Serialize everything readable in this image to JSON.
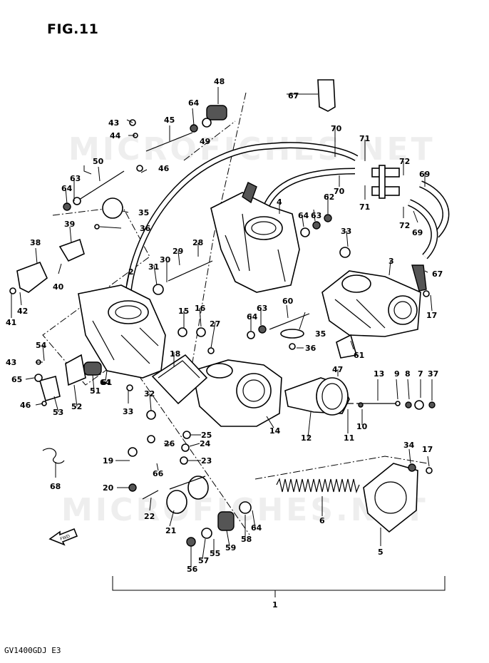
{
  "figure": {
    "title": "FIG.11",
    "model": "GV1400GDJ  E3",
    "watermark": "MICROFICHES.NET"
  },
  "callouts": [
    {
      "id": "c1",
      "text": "1"
    },
    {
      "id": "c2",
      "text": "2"
    },
    {
      "id": "c3",
      "text": "3"
    },
    {
      "id": "c4",
      "text": "4"
    },
    {
      "id": "c5",
      "text": "5"
    },
    {
      "id": "c6",
      "text": "6"
    },
    {
      "id": "c7",
      "text": "7"
    },
    {
      "id": "c8",
      "text": "8"
    },
    {
      "id": "c9",
      "text": "9"
    },
    {
      "id": "c10",
      "text": "10"
    },
    {
      "id": "c11",
      "text": "11"
    },
    {
      "id": "c12",
      "text": "12"
    },
    {
      "id": "c13",
      "text": "13"
    },
    {
      "id": "c14",
      "text": "14"
    },
    {
      "id": "c15",
      "text": "15"
    },
    {
      "id": "c16",
      "text": "16"
    },
    {
      "id": "c17a",
      "text": "17"
    },
    {
      "id": "c17b",
      "text": "17"
    },
    {
      "id": "c18",
      "text": "18"
    },
    {
      "id": "c19",
      "text": "19"
    },
    {
      "id": "c20",
      "text": "20"
    },
    {
      "id": "c21",
      "text": "21"
    },
    {
      "id": "c22",
      "text": "22"
    },
    {
      "id": "c23",
      "text": "23"
    },
    {
      "id": "c24",
      "text": "24"
    },
    {
      "id": "c25",
      "text": "25"
    },
    {
      "id": "c26",
      "text": "26"
    },
    {
      "id": "c27",
      "text": "27"
    },
    {
      "id": "c28",
      "text": "28"
    },
    {
      "id": "c29",
      "text": "29"
    },
    {
      "id": "c30",
      "text": "30"
    },
    {
      "id": "c31",
      "text": "31"
    },
    {
      "id": "c32",
      "text": "32"
    },
    {
      "id": "c33a",
      "text": "33"
    },
    {
      "id": "c33b",
      "text": "33"
    },
    {
      "id": "c34",
      "text": "34"
    },
    {
      "id": "c35a",
      "text": "35"
    },
    {
      "id": "c35b",
      "text": "35"
    },
    {
      "id": "c36a",
      "text": "36"
    },
    {
      "id": "c36b",
      "text": "36"
    },
    {
      "id": "c37",
      "text": "37"
    },
    {
      "id": "c38",
      "text": "38"
    },
    {
      "id": "c39",
      "text": "39"
    },
    {
      "id": "c40",
      "text": "40"
    },
    {
      "id": "c41",
      "text": "41"
    },
    {
      "id": "c42",
      "text": "42"
    },
    {
      "id": "c43a",
      "text": "43"
    },
    {
      "id": "c43b",
      "text": "43"
    },
    {
      "id": "c44",
      "text": "44"
    },
    {
      "id": "c45",
      "text": "45"
    },
    {
      "id": "c46a",
      "text": "46"
    },
    {
      "id": "c46b",
      "text": "46"
    },
    {
      "id": "c47",
      "text": "47"
    },
    {
      "id": "c48",
      "text": "48"
    },
    {
      "id": "c49",
      "text": "49"
    },
    {
      "id": "c50",
      "text": "50"
    },
    {
      "id": "c51",
      "text": "51"
    },
    {
      "id": "c52",
      "text": "52"
    },
    {
      "id": "c53",
      "text": "53"
    },
    {
      "id": "c54",
      "text": "54"
    },
    {
      "id": "c55",
      "text": "55"
    },
    {
      "id": "c56",
      "text": "56"
    },
    {
      "id": "c57",
      "text": "57"
    },
    {
      "id": "c58",
      "text": "58"
    },
    {
      "id": "c59",
      "text": "59"
    },
    {
      "id": "c60",
      "text": "60"
    },
    {
      "id": "c61a",
      "text": "61"
    },
    {
      "id": "c61b",
      "text": "61"
    },
    {
      "id": "c62",
      "text": "62"
    },
    {
      "id": "c63a",
      "text": "63"
    },
    {
      "id": "c63b",
      "text": "63"
    },
    {
      "id": "c63c",
      "text": "63"
    },
    {
      "id": "c64a",
      "text": "64"
    },
    {
      "id": "c64b",
      "text": "64"
    },
    {
      "id": "c64c",
      "text": "64"
    },
    {
      "id": "c64d",
      "text": "64"
    },
    {
      "id": "c64e",
      "text": "64"
    },
    {
      "id": "c64f",
      "text": "64"
    },
    {
      "id": "c65",
      "text": "65"
    },
    {
      "id": "c66",
      "text": "66"
    },
    {
      "id": "c67a",
      "text": "67"
    },
    {
      "id": "c67b",
      "text": "67"
    },
    {
      "id": "c68",
      "text": "68"
    },
    {
      "id": "c69a",
      "text": "69"
    },
    {
      "id": "c69b",
      "text": "69"
    },
    {
      "id": "c70a",
      "text": "70"
    },
    {
      "id": "c70b",
      "text": "70"
    },
    {
      "id": "c71a",
      "text": "71"
    },
    {
      "id": "c71b",
      "text": "71"
    },
    {
      "id": "c72a",
      "text": "72"
    },
    {
      "id": "c72b",
      "text": "72"
    }
  ],
  "fwd_label": "FWD"
}
